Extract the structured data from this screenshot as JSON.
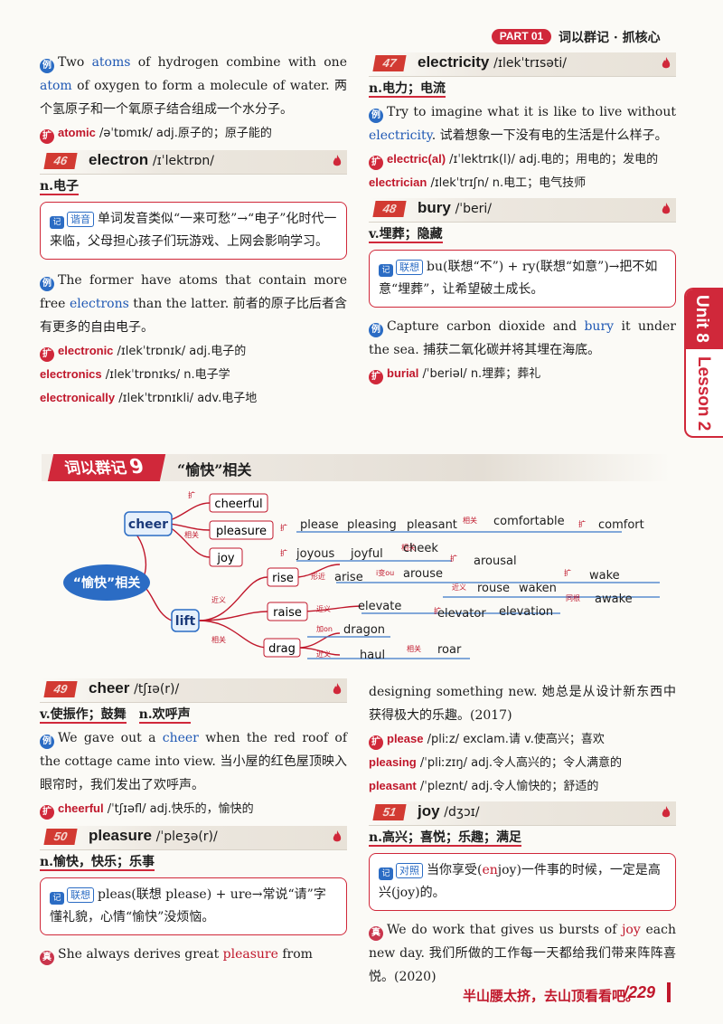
{
  "header": {
    "part": "PART 01",
    "title": "词以群记 · 抓核心"
  },
  "side_tab": {
    "unit": "Unit 8",
    "lesson": "Lesson 2"
  },
  "left_top": {
    "ex_line1": "Two ",
    "ex_atoms": "atoms",
    "ex_line1b": " of hydrogen combine with one ",
    "ex_atom": "atom",
    "ex_line2": " of oxygen to form a molecule of water. 两个氢原子和一个氧原子结合组成一个水分子。",
    "ext_word": "atomic",
    "ext_rest": " /əˈtɒmɪk/ adj.原子的；原子能的"
  },
  "w46": {
    "num": "46",
    "word": "electron",
    "phon": "/ɪˈlektrɒn/",
    "pos": "n.电子",
    "memo_tag": "谐音",
    "memo": "单词发音类似“一来可愁”→“电子”化时代一来临，父母担心孩子们玩游戏、上网会影响学习。",
    "ex1": "The former have atoms that contain more free ",
    "ex_hl": "electrons",
    "ex2": " than the latter. 前者的原子比后者含有更多的自由电子。",
    "ext": [
      {
        "w": "electronic",
        "r": " /ɪlekˈtrɒnɪk/ adj.电子的"
      },
      {
        "w": "electronics",
        "r": " /ɪlekˈtrɒnɪks/ n.电子学"
      },
      {
        "w": "electronically",
        "r": " /ɪlekˈtrɒnɪkli/ adv.电子地"
      }
    ]
  },
  "w47": {
    "num": "47",
    "word": "electricity",
    "phon": "/ɪlekˈtrɪsəti/",
    "pos": "n.电力；电流",
    "ex1": "Try to imagine what it is like to live without ",
    "ex_hl": "electricity",
    "ex2": ". 试着想象一下没有电的生活是什么样子。",
    "ext": [
      {
        "w": "electric(al)",
        "r": " /ɪˈlektrɪk(l)/ adj.电的；用电的；发电的"
      },
      {
        "w": "electrician",
        "r": " /ɪlekˈtrɪʃn/ n.电工；电气技师"
      }
    ]
  },
  "w48": {
    "num": "48",
    "word": "bury",
    "phon": "/ˈberi/",
    "pos": "v.埋葬；隐藏",
    "memo_tag": "联想",
    "memo": "bu(联想“不”) + ry(联想“如意”)→把不如意“埋葬”，让希望破土成长。",
    "ex1": "Capture carbon dioxide and ",
    "ex_hl": "bury",
    "ex2": " it under the sea. 捕获二氧化碳并将其埋在海底。",
    "ext_w": "burial",
    "ext_r": " /ˈberiəl/ n.埋葬；葬礼"
  },
  "group": {
    "tag": "词以群记",
    "num": "9",
    "title": "“愉快”相关"
  },
  "mindmap": {
    "center": "“愉快”相关",
    "cheer": "cheer",
    "lift": "lift",
    "cheerful": "cheerful",
    "pleasure": "pleasure",
    "joy": "joy",
    "please": "please",
    "pleasing": "pleasing",
    "pleasant": "pleasant",
    "comfortable": "comfortable",
    "comfort": "comfort",
    "joyous": "joyous",
    "joyful": "joyful",
    "cheek": "cheek",
    "rise": "rise",
    "arise": "arise",
    "arouse": "arouse",
    "arousal": "arousal",
    "rouse": "rouse",
    "waken": "waken",
    "wake": "wake",
    "awake": "awake",
    "raise": "raise",
    "elevate": "elevate",
    "elevator": "elevator",
    "elevation": "elevation",
    "drag": "drag",
    "dragon": "dragon",
    "haul": "haul",
    "roar": "roar",
    "l_kuo": "扩",
    "l_xiangguan": "相关",
    "l_jinyi": "近义",
    "l_xingjin": "形近",
    "l_tongen": "同根",
    "l_i_to_ou": "i变ou",
    "l_add_on": "加on"
  },
  "w49": {
    "num": "49",
    "word": "cheer",
    "phon": "/tʃɪə(r)/",
    "pos1": "v.使振作；鼓舞",
    "pos2": "n.欢呼声",
    "ex1": "We gave out a ",
    "ex_hl": "cheer",
    "ex2": " when the red roof of the cottage came into view. 当小屋的红色屋顶映入眼帘时，我们发出了欢呼声。",
    "ext_w": "cheerful",
    "ext_r": " /ˈtʃɪəfl/ adj.快乐的，愉快的"
  },
  "w50": {
    "num": "50",
    "word": "pleasure",
    "phon": "/ˈpleʒə(r)/",
    "pos": "n.愉快，快乐；乐事",
    "memo_tag": "联想",
    "memo": "pleas(联想 please) + ure→常说“请”字懂礼貌，心情“愉快”没烦恼。",
    "ex1": "She always derives great ",
    "ex_hl": "pleasure",
    "ex2": " from"
  },
  "right_cont": {
    "ex_cont": "designing something new. 她总是从设计新东西中获得极大的乐趣。(2017)",
    "ext": [
      {
        "w": "please",
        "r": " /pliːz/ exclam.请  v.使高兴；喜欢"
      },
      {
        "w": "pleasing",
        "r": " /ˈpliːzɪŋ/ adj.令人高兴的；令人满意的"
      },
      {
        "w": "pleasant",
        "r": " /ˈpleznt/ adj.令人愉快的；舒适的"
      }
    ]
  },
  "w51": {
    "num": "51",
    "word": "joy",
    "phon": "/dʒɔɪ/",
    "pos": "n.高兴；喜悦；乐趣；满足",
    "memo_tag": "对照",
    "memo_a": "当你享受(",
    "memo_en": "en",
    "memo_b": "joy)一件事的时候，一定是高兴(joy)的。",
    "ex1": "We do work that gives us bursts of ",
    "ex_hl": "joy",
    "ex2": " each new day. 我们所做的工作每一天都给我们带来阵阵喜悦。(2020)"
  },
  "footer": {
    "slogan": "半山腰太挤，去山顶看看吧。",
    "page": "/229"
  }
}
